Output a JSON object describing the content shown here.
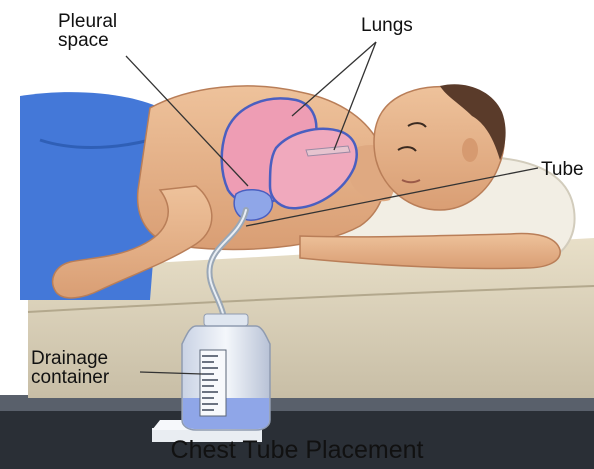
{
  "labels": {
    "pleural_space": [
      "Pleural",
      "space"
    ],
    "lungs": "Lungs",
    "tube": "Tube",
    "drainage_container": [
      "Drainage",
      "container"
    ]
  },
  "caption": "Chest Tube Placement",
  "colors": {
    "skin": "#e7b48c",
    "lung": "#ee9db4",
    "pleural_fluid": "#8fa6e8",
    "sheet": "#4478d8",
    "pillow": "#f2eee4",
    "bed": "#dcd2bb",
    "floor": "#2a2f36"
  }
}
